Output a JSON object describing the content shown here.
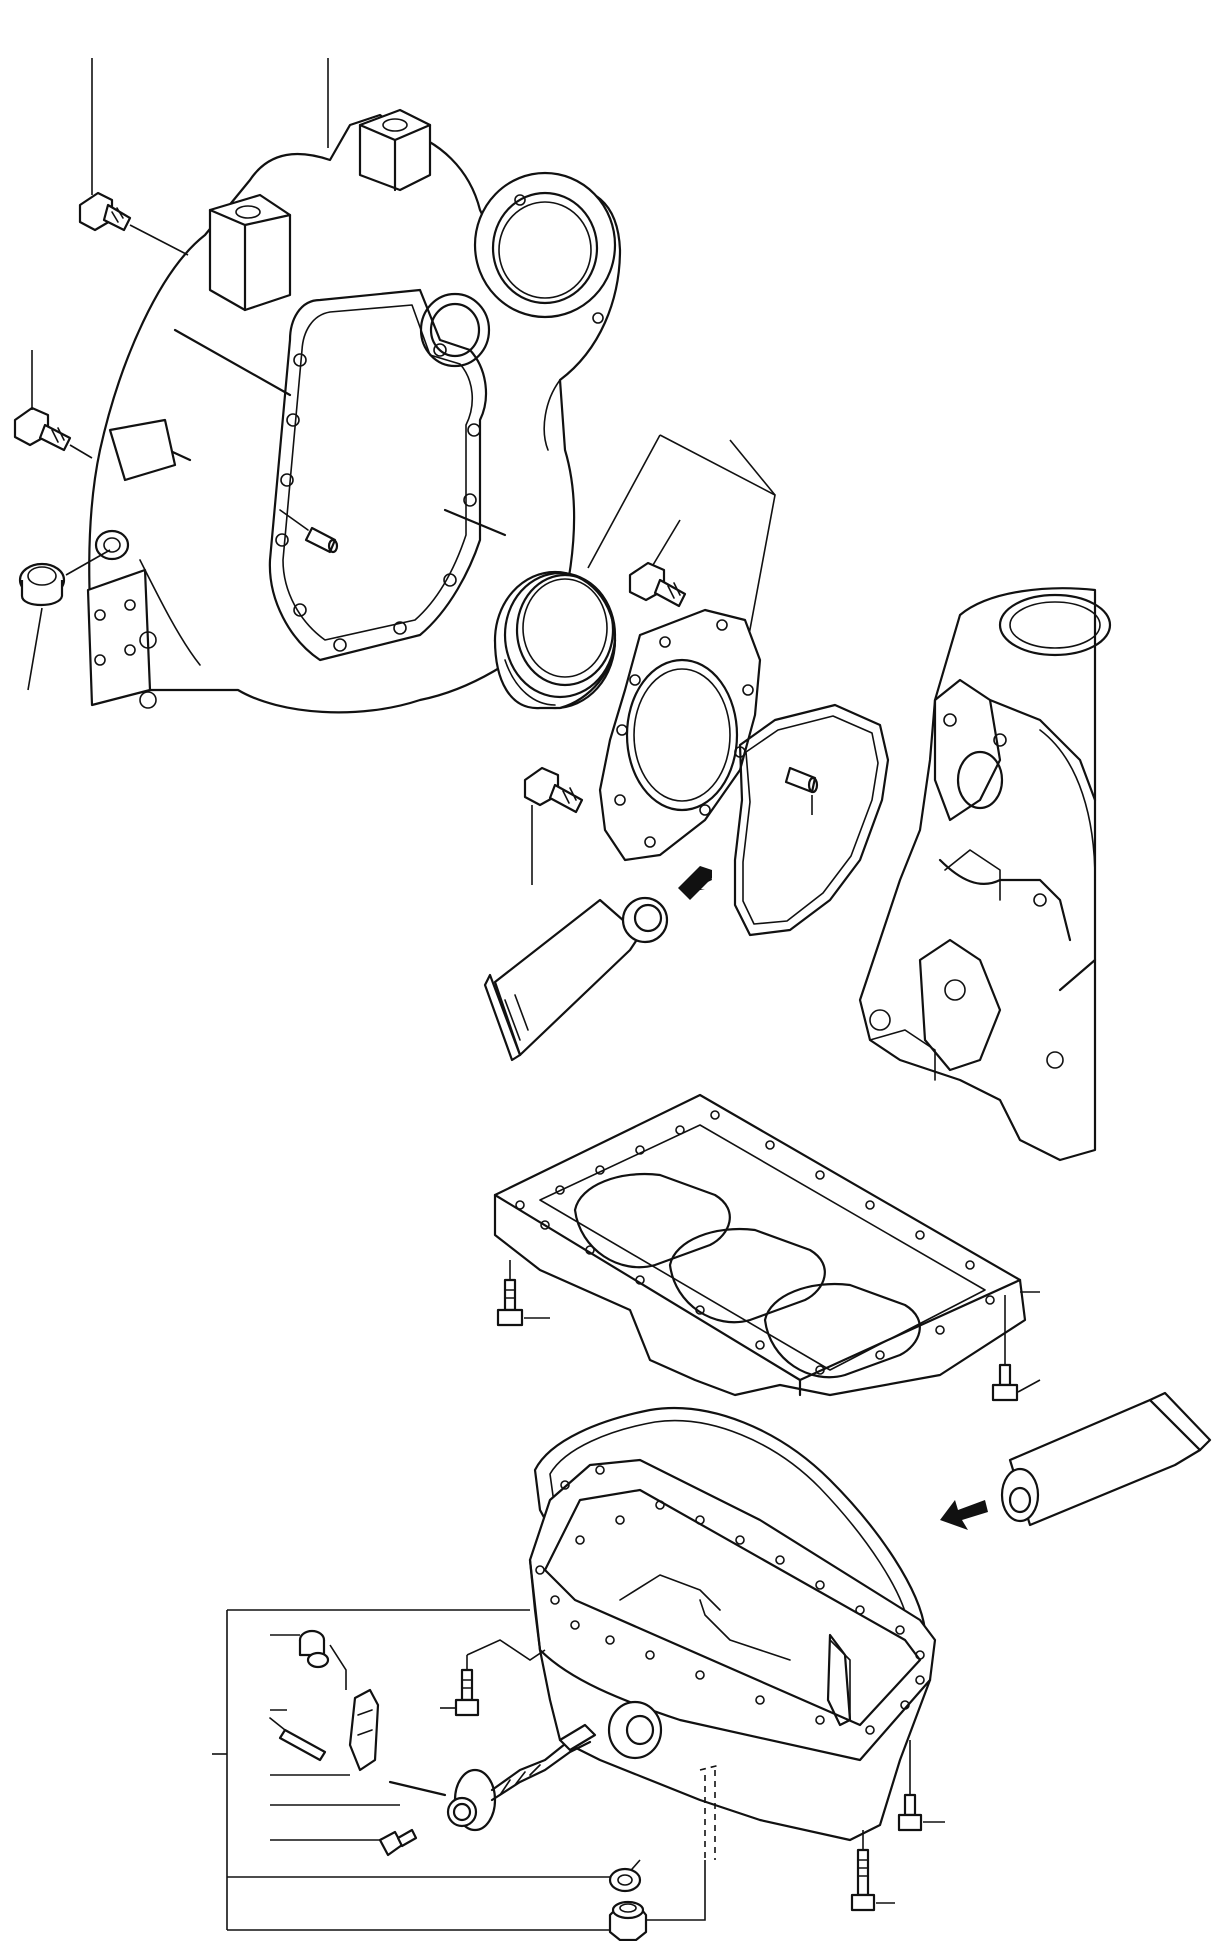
{
  "diagram": {
    "components": [
      {
        "id": "flywheel-housing"
      },
      {
        "id": "rear-seal-retainer"
      },
      {
        "id": "crankcase-block"
      },
      {
        "id": "oil-pan-adapter"
      },
      {
        "id": "oil-pan-gasket"
      },
      {
        "id": "oil-pan"
      },
      {
        "id": "sealant-tube-upper"
      },
      {
        "id": "sealant-tube-lower"
      },
      {
        "id": "oil-level-sensor"
      },
      {
        "id": "drain-plug"
      }
    ],
    "colors": {
      "line": "#111111",
      "background": "#ffffff"
    }
  }
}
